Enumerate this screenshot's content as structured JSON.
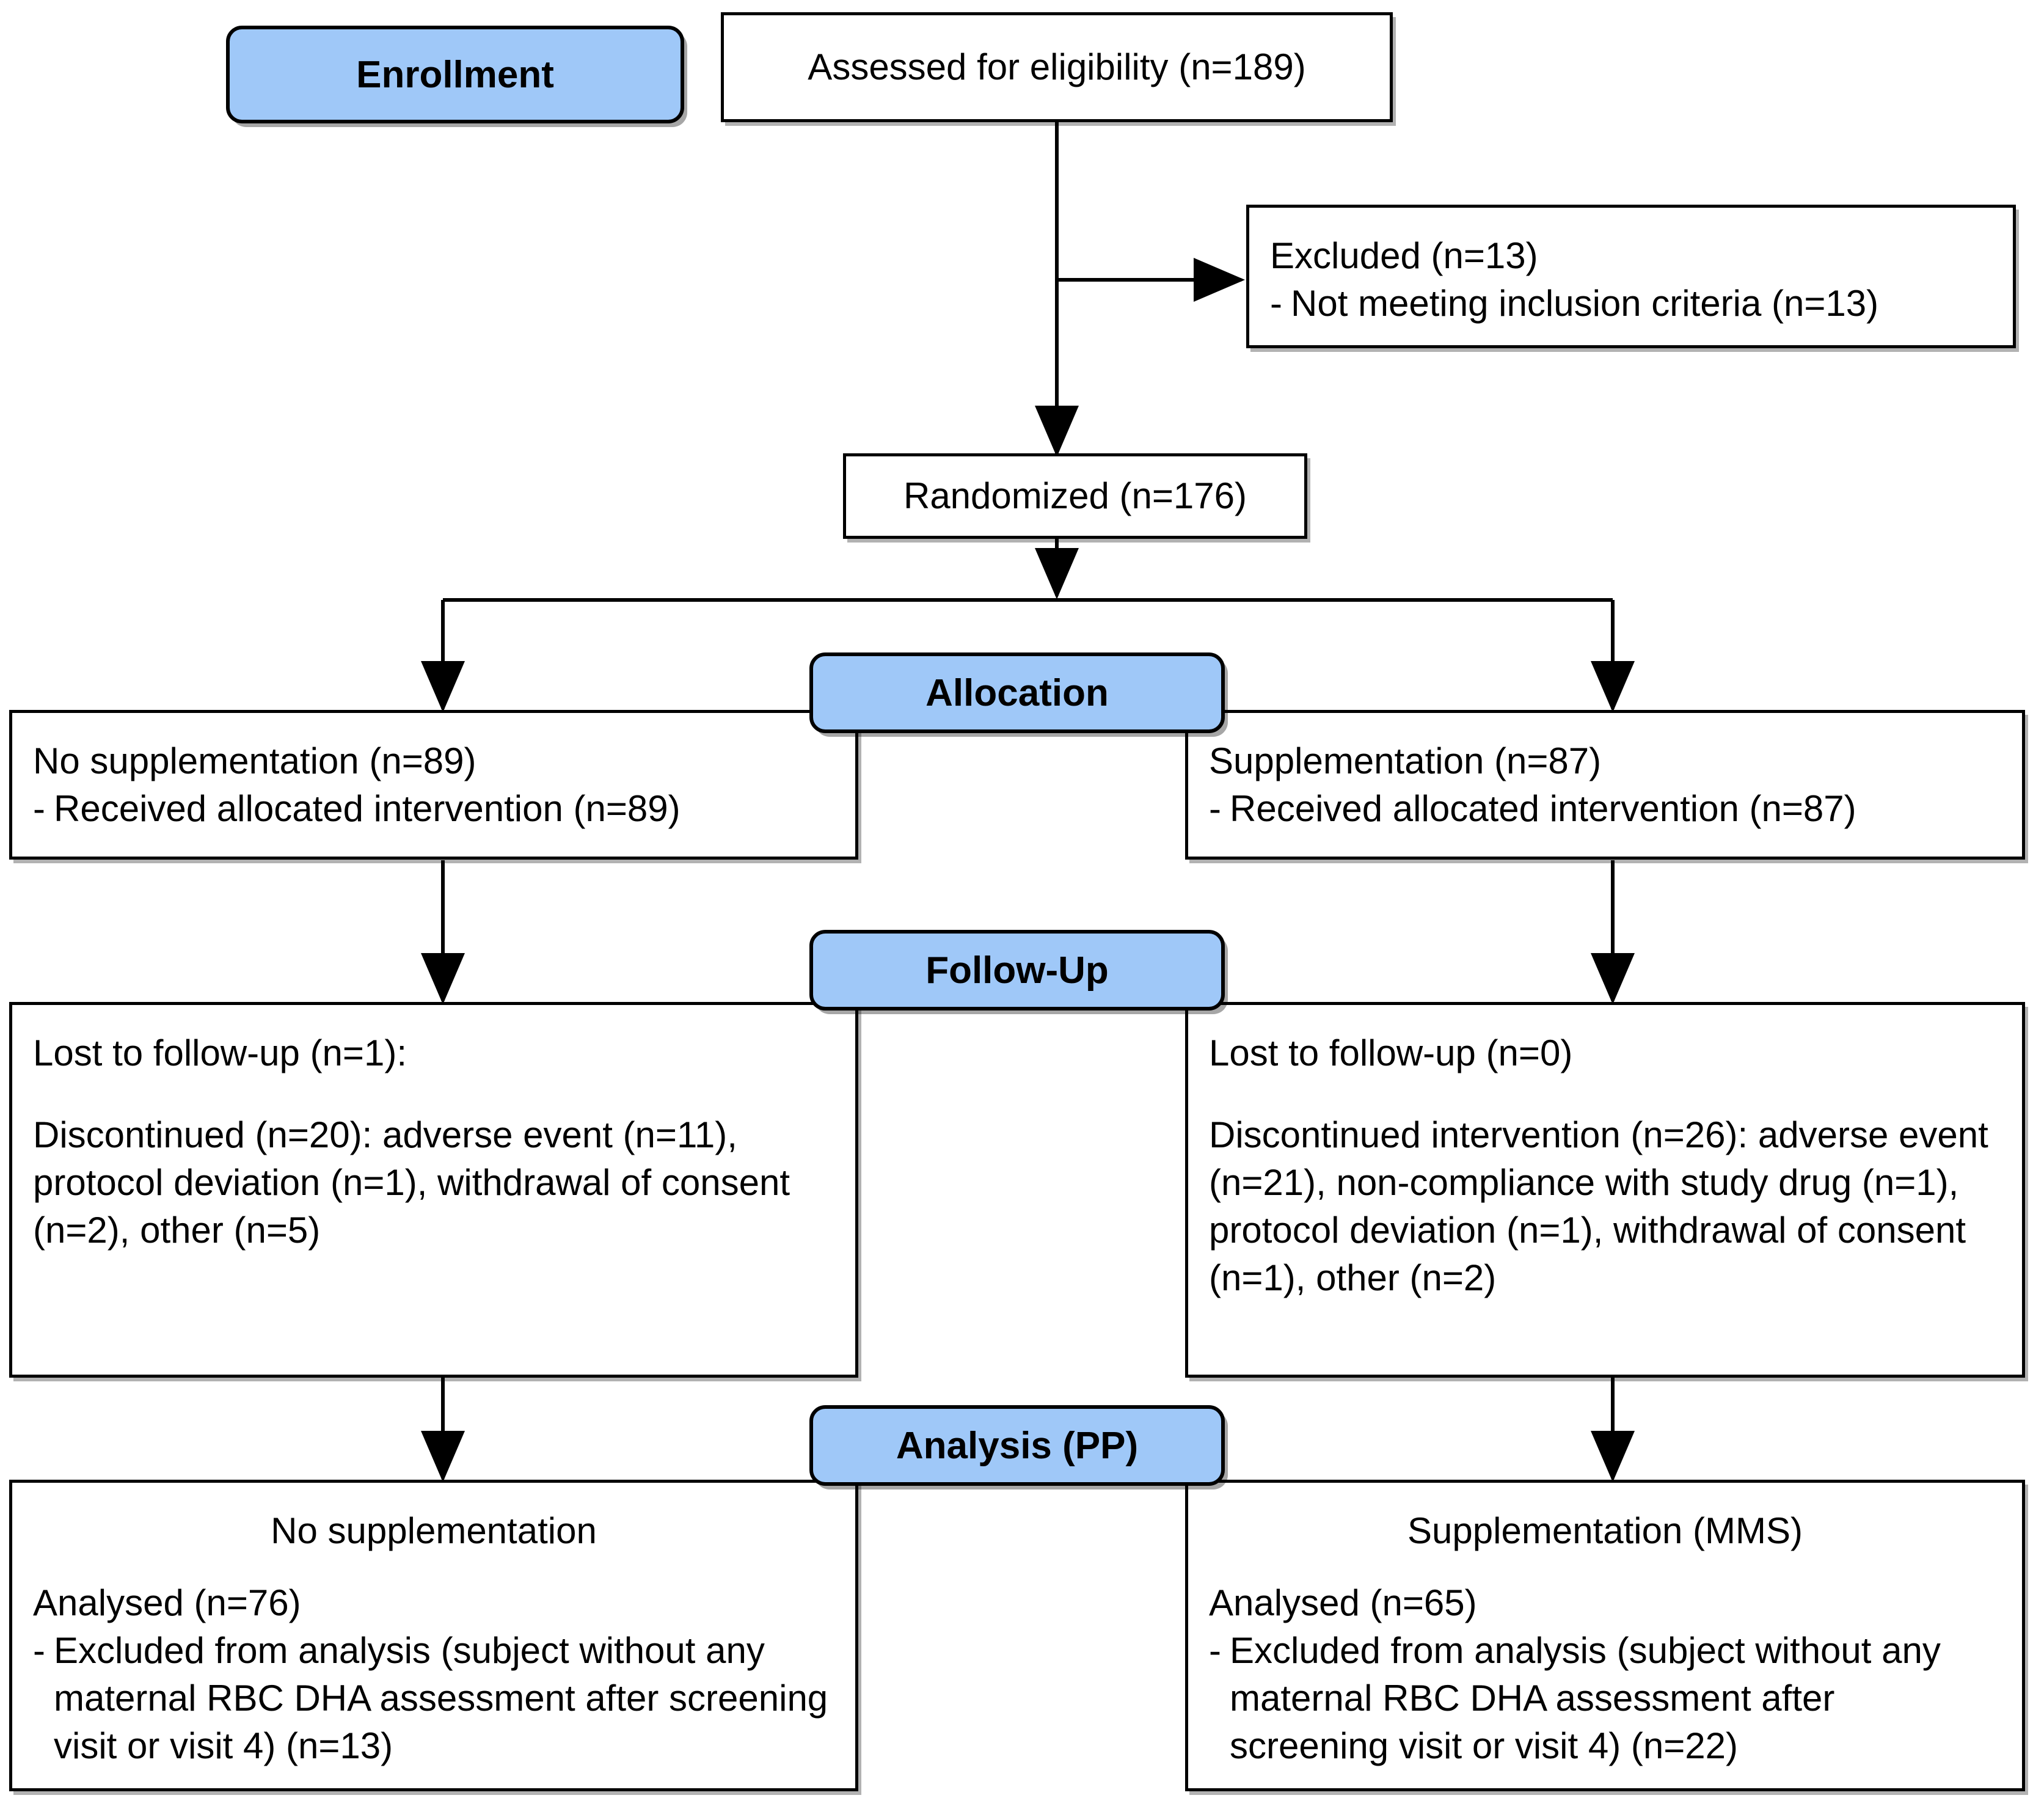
{
  "diagram": {
    "type": "consort-flow-diagram",
    "title": "CONSORT participant flow"
  },
  "banners": {
    "enrollment": "Enrollment",
    "allocation": "Allocation",
    "followup": "Follow-Up",
    "analysis": "Analysis (PP)"
  },
  "colors": {
    "banner_fill": "#9FC8F8",
    "box_border": "#000000",
    "box_fill": "#FFFFFF",
    "text": "#000000",
    "connector": "#000000"
  },
  "nodes": {
    "eligibility": {
      "text": "Assessed for eligibility (n=189)"
    },
    "excluded": {
      "line1": "Excluded (n=13)",
      "bullet1": "Not meeting inclusion criteria (n=13)",
      "dash": "-"
    },
    "randomized": {
      "text": "Randomized (n=176)"
    },
    "allocation_left": {
      "line1": "No supplementation (n=89)",
      "bullet1": "Received allocated intervention (n=89)",
      "dash": "-"
    },
    "allocation_right": {
      "line1": "Supplementation (n=87)",
      "bullet1": "Received allocated intervention (n=87)",
      "dash": "-"
    },
    "followup_left": {
      "line1": "Lost to follow-up (n=1):",
      "line2": "Discontinued (n=20): adverse event (n=11), protocol deviation (n=1), withdrawal of consent (n=2), other (n=5)"
    },
    "followup_right": {
      "line1": "Lost to follow-up (n=0)",
      "line2": "Discontinued intervention (n=26): adverse event (n=21), non-compliance with study drug (n=1), protocol deviation (n=1), withdrawal of consent (n=1), other (n=2)"
    },
    "analysis_left": {
      "heading": "No supplementation",
      "line1": "Analysed (n=76)",
      "bullet1": "Excluded from analysis (subject without any maternal RBC DHA assessment after screening visit or visit 4) (n=13)",
      "dash": "-"
    },
    "analysis_right": {
      "heading": "Supplementation (MMS)",
      "line1": "Analysed (n=65)",
      "bullet1": "Excluded from analysis (subject without any maternal RBC DHA assessment after screening visit or visit 4) (n=22)",
      "dash": "-"
    }
  },
  "chart_data": {
    "type": "table",
    "title": "CONSORT flow counts",
    "categories": [
      "Assessed for eligibility",
      "Excluded - not meeting inclusion criteria",
      "Randomized",
      "Allocated: No supplementation",
      "Allocated: Supplementation",
      "No supplementation - received intervention",
      "Supplementation - received intervention",
      "No supplementation - lost to follow-up",
      "No supplementation - discontinued",
      "Supplementation - lost to follow-up",
      "Supplementation - discontinued intervention",
      "Analysed: No supplementation",
      "Analysed: Supplementation (MMS)",
      "Excluded from analysis: No supplementation",
      "Excluded from analysis: Supplementation"
    ],
    "values": [
      189,
      13,
      176,
      89,
      87,
      89,
      87,
      1,
      20,
      0,
      26,
      76,
      65,
      13,
      22
    ],
    "breakdowns": {
      "no_supplementation_discontinued": {
        "total": 20,
        "adverse event": 11,
        "protocol deviation": 1,
        "withdrawal of consent": 2,
        "other": 5
      },
      "supplementation_discontinued": {
        "total": 26,
        "adverse event": 21,
        "non-compliance with study drug": 1,
        "protocol deviation": 1,
        "withdrawal of consent": 1,
        "other": 2
      }
    }
  }
}
